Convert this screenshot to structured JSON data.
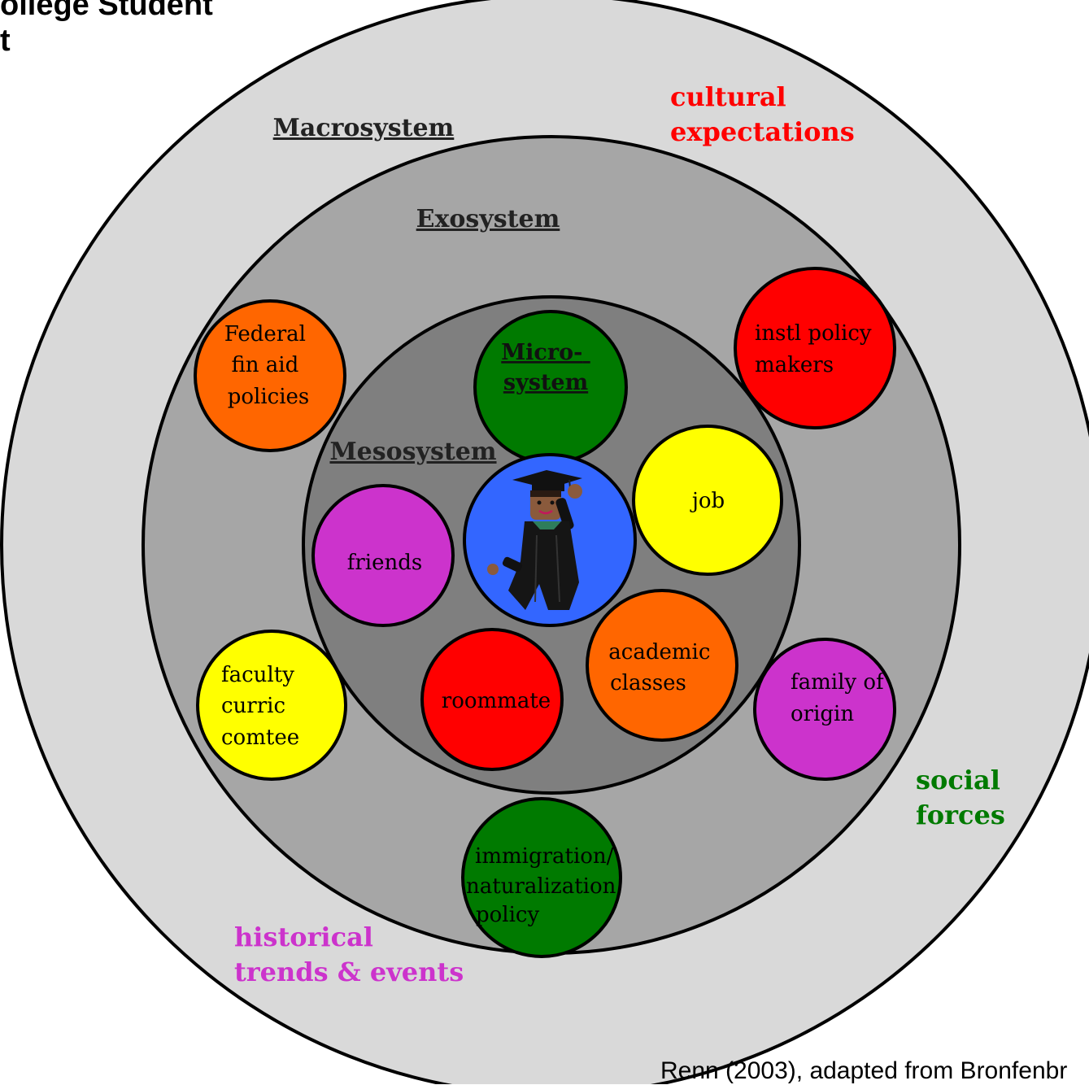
{
  "title": {
    "line1": "ollege Student",
    "line2": "t"
  },
  "systems": {
    "macrosystem": "Macrosystem",
    "exosystem": "Exosystem",
    "mesosystem": "Mesosystem",
    "microsystem": [
      "Micro-",
      "system"
    ]
  },
  "forces": {
    "cultural": [
      "cultural",
      "expectations"
    ],
    "social": [
      "social",
      "forces"
    ],
    "historical": [
      "historical",
      "trends & events"
    ]
  },
  "exosystem_nodes": {
    "federal": [
      "Federal",
      "fin aid",
      "policies"
    ],
    "instl": [
      "instl policy",
      "makers"
    ],
    "faculty": [
      "faculty",
      "curric",
      "comtee"
    ],
    "family": [
      "family of",
      "origin"
    ],
    "immigration": [
      "immigration/",
      "naturalization",
      "policy"
    ]
  },
  "microsystem_nodes": {
    "job": "job",
    "friends": "friends",
    "roommate": "roommate",
    "academic": [
      "academic",
      "classes"
    ]
  },
  "citation": "Renn (2003), adapted from Bronfenbr",
  "colors": {
    "macro_fill": "#d9d9d9",
    "exo_fill": "#a6a6a6",
    "meso_fill": "#7f7f7f",
    "orange": "#ff6600",
    "red": "#ff0000",
    "yellow": "#ffff00",
    "purple": "#cc33cc",
    "green": "#007a00",
    "student_bg": "#3366ff",
    "cultural_text": "#ff0000",
    "social_text": "#007a00",
    "historical_text": "#cc33cc"
  }
}
